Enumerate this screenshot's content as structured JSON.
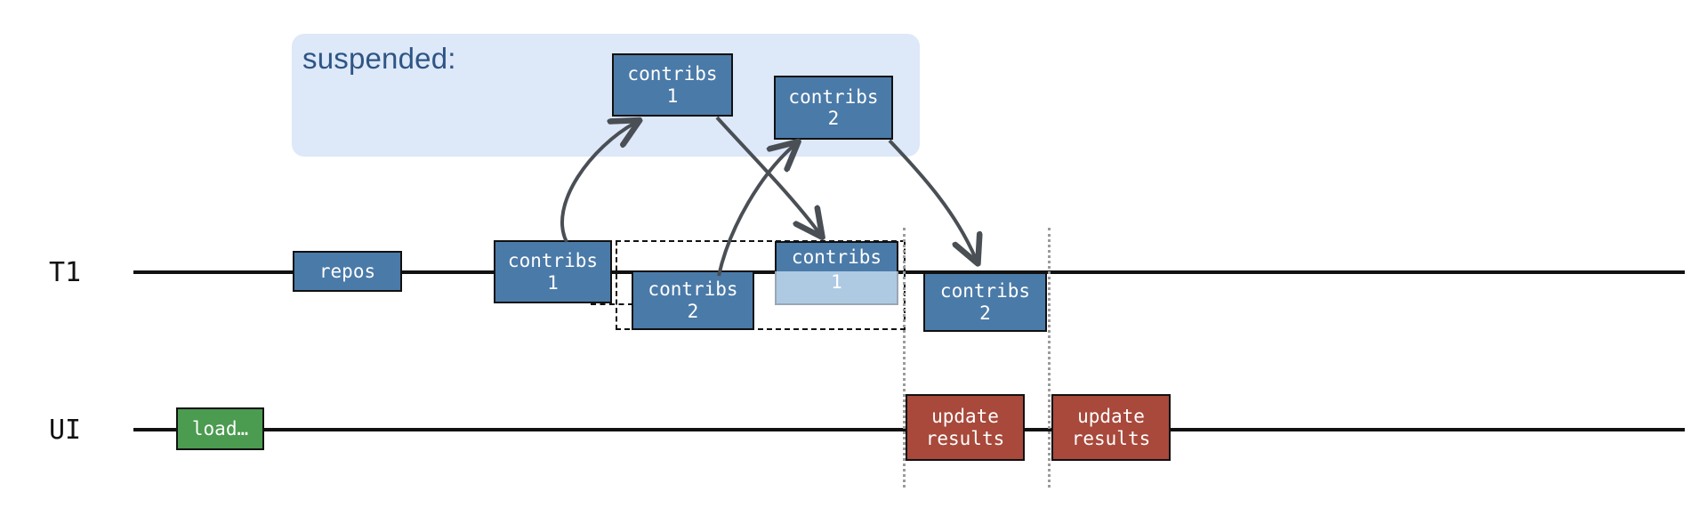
{
  "diagram": {
    "title": "suspended-transition-timeline",
    "suspended_panel": {
      "label": "suspended:"
    },
    "lanes": [
      {
        "name": "T1",
        "label": "T1"
      },
      {
        "name": "UI",
        "label": "UI"
      }
    ],
    "suspended_nodes": [
      {
        "id": "sus-contribs-1",
        "line1": "contribs",
        "line2": "1",
        "color": "#4a7aa8"
      },
      {
        "id": "sus-contribs-2",
        "line1": "contribs",
        "line2": "2",
        "color": "#4a7aa8"
      }
    ],
    "t1_nodes": [
      {
        "id": "t1-repos",
        "line1": "repos",
        "line2": "",
        "color": "#4a7aa8"
      },
      {
        "id": "t1-contribs-1",
        "line1": "contribs",
        "line2": "1",
        "color": "#4a7aa8"
      },
      {
        "id": "t1-contribs-2",
        "line1": "contribs",
        "line2": "2",
        "color": "#4a7aa8"
      },
      {
        "id": "t1-contribs-1-faded",
        "line1": "contribs",
        "line2": "1",
        "color": "#aecae3"
      },
      {
        "id": "t1-contribs-2-final",
        "line1": "contribs",
        "line2": "2",
        "color": "#4a7aa8"
      }
    ],
    "ui_nodes": [
      {
        "id": "ui-load",
        "line1": "load…",
        "line2": "",
        "color": "#4b9b50"
      },
      {
        "id": "ui-update-1",
        "line1": "update",
        "line2": "results",
        "color": "#a8493b"
      },
      {
        "id": "ui-update-2",
        "line1": "update",
        "line2": "results",
        "color": "#a8493b"
      }
    ],
    "colors": {
      "blue": "#4a7aa8",
      "blue_faded": "#aecae3",
      "red": "#a8493b",
      "green": "#4b9b50",
      "panel_bg": "#dde8f9",
      "panel_text": "#2e5584",
      "line": "#111111",
      "guide": "#9b9b9b",
      "arrow": "#4a4f55"
    }
  }
}
